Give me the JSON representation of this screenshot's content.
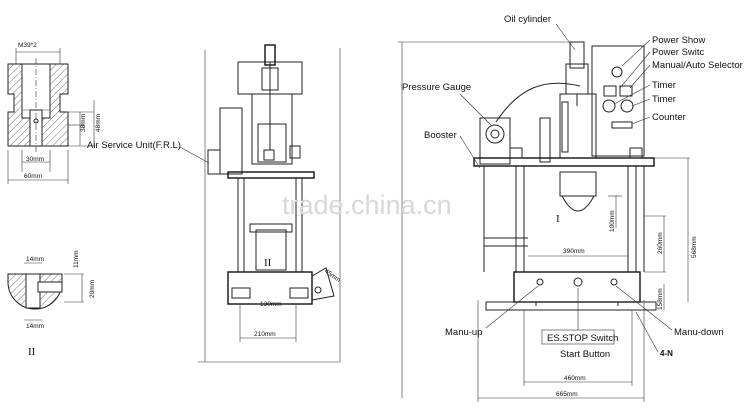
{
  "watermark": "trade.china.cn",
  "detail_top": {
    "thread_label": "M39*2",
    "dim_30": "30mm",
    "dim_60": "60mm",
    "dim_38": "38mm",
    "dim_48": "48mm"
  },
  "detail_bottom": {
    "dim_14_top": "14mm",
    "dim_11": "11mm",
    "dim_20": "20mm",
    "dim_14_bottom": "14mm",
    "section_mark": "II"
  },
  "side_view": {
    "air_service_label": "Air Service Unit(F.R.L)",
    "section_mark": "II",
    "dim_130": "130mm",
    "dim_210": "210mm",
    "dim_small": "45mm"
  },
  "front_view": {
    "oil_cylinder": "Oil cylinder",
    "power_show": "Power Show",
    "power_switch": "Power Switc",
    "selector": "Manual/Auto Selector",
    "timer_1": "Timer",
    "timer_2": "Timer",
    "counter": "Counter",
    "pressure_gauge": "Pressure Gauge",
    "booster": "Booster",
    "section_mark": "I",
    "dim_100": "100mm",
    "dim_390": "390mm",
    "dim_260": "260mm",
    "dim_568": "568mm",
    "dim_158": "158mm",
    "dim_460": "460mm",
    "dim_665": "665mm",
    "manu_up": "Manu-up",
    "manu_down": "Manu-down",
    "es_stop": "ES.STOP Switch",
    "start_button": "Start Button",
    "note_4n": "4-N"
  }
}
